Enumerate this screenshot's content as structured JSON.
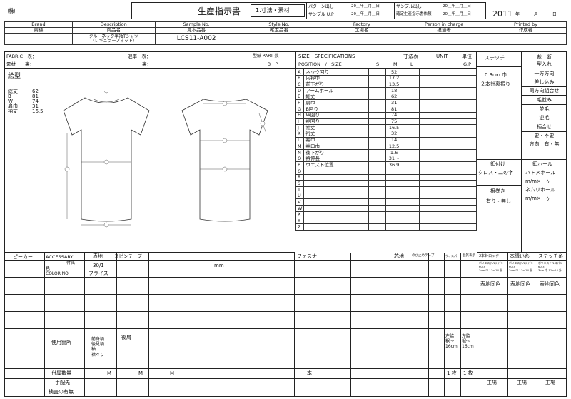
{
  "header": {
    "stamp": "㈱",
    "title": "生産指示書",
    "tab": "1.寸法・素材",
    "pattern_label": "パターン出し",
    "sample_label": "サンプル U.P",
    "date_blank": "20＿年＿月＿日",
    "sample_out_label": "サンプル出し",
    "confirm_label": "確定生産指示書依頼",
    "year": "2011",
    "year_suffix": "年　－－ 月　－－ 日"
  },
  "info": {
    "headers": [
      "Brand",
      "Description",
      "Sample No.",
      "Style No.",
      "Factory",
      "Person in charge",
      "Printed by"
    ],
    "subheaders": [
      "商標",
      "商品名",
      "見本品番",
      "確定品番",
      "工場名",
      "担当者",
      "作成者"
    ],
    "description": "クルーネック半袖Tシャツ\n（レギュラーフィット）",
    "sample_no": "LCS11-A002"
  },
  "fabric": {
    "fabric_label": "FABRIC　表：",
    "material_label": "素材　　裏：",
    "mix_label": "混率　表：",
    "mix_back": "裏：",
    "part_label": "型紙 PART 数",
    "part_value": "3　P"
  },
  "drawing": {
    "title": "絵型",
    "measures": [
      [
        "総丈",
        "62"
      ],
      [
        "B",
        "81"
      ],
      [
        "W",
        "74"
      ],
      [
        "肩巾",
        "31"
      ],
      [
        "袖丈",
        "16.5"
      ]
    ]
  },
  "size": {
    "title": "SIZE　SPECIFICATIONS",
    "table_label": "寸法表",
    "unit_label": "UNIT",
    "unit_value": "単位",
    "gp": "G.P",
    "pos_label": "POSITION　/　SIZE",
    "cols": [
      "S",
      "M",
      "L"
    ],
    "rows": [
      [
        "A",
        "ネック回り",
        "52"
      ],
      [
        "B",
        "内衿巾",
        "17.2"
      ],
      [
        "C",
        "前下がり",
        "13.5"
      ],
      [
        "D",
        "アームホール",
        "18"
      ],
      [
        "E",
        "総丈",
        "62"
      ],
      [
        "F",
        "肩巾",
        "31"
      ],
      [
        "G",
        "B回り",
        "81"
      ],
      [
        "H",
        "W回り",
        "74"
      ],
      [
        "I",
        "裾回り",
        "75"
      ],
      [
        "J",
        "袖丈",
        "16.5"
      ],
      [
        "K",
        "裄丈",
        "32"
      ],
      [
        "L",
        "袖巾",
        "14"
      ],
      [
        "M",
        "袖口巾",
        "12.5"
      ],
      [
        "N",
        "後下がり",
        "1.6"
      ],
      [
        "O",
        "衿伸長",
        "31～"
      ],
      [
        "P",
        "ウエスト位置",
        "36.9"
      ],
      [
        "Q",
        "",
        " "
      ],
      [
        "R",
        "",
        ""
      ],
      [
        "S",
        "",
        ""
      ],
      [
        "T",
        "",
        ""
      ],
      [
        "U",
        "",
        ""
      ],
      [
        "V",
        "",
        ""
      ],
      [
        "W",
        "",
        ""
      ],
      [
        "X",
        "",
        ""
      ],
      [
        "Y",
        "",
        ""
      ],
      [
        "Z",
        "",
        ""
      ]
    ]
  },
  "stitch": {
    "title": "ステッチ",
    "items": [
      "0.3cm 巾",
      "２本針裏振り"
    ],
    "button_attach": "釦付け",
    "button_attach_val": "クロス・二の字",
    "root_wrap": "根巻き",
    "root_wrap_val": "有り・無し"
  },
  "cut": {
    "title": "裁　断",
    "items": [
      "型入れ",
      "一方方向",
      "差し込み",
      "同方向組合せ",
      "毛並み",
      "並毛",
      "逆毛",
      "柄合せ",
      "要・不要",
      "方向　有・無"
    ],
    "button_hole": "釦ホール",
    "bh_items": [
      "ハトメホール",
      "m/m×　ヶ",
      "ネムリホール",
      "m/m×　ヶ"
    ]
  },
  "bottom": {
    "picker": "ピーカー",
    "accessory": "ACCESSARY",
    "attach": "付属",
    "color": "色",
    "colorno": "COLOR.NO",
    "cols": [
      "表地",
      "スピンテープ",
      "ファスナー",
      "芯地",
      "のび止めテープ",
      "ウィスパー",
      "品質表示",
      "2本針ロック",
      "本縫い糸",
      "ステッチ糸"
    ],
    "omote1": "30/1",
    "omote2": "フライス",
    "mm": "mm",
    "thread_spec": "ポリエステルスパン\n60/3\n3cm 巾 11～14 針",
    "same_color": "表地同色",
    "usage_label": "使用箇所",
    "usage_vals": "前身頃\n後見頃\n袖\n襟ぐり",
    "usage_back": "後肩",
    "left_edge1": "左脇\n裾～\n16cm",
    "left_edge2": "左脇\n裾～\n16cm",
    "qty_label": "付属数量",
    "m": "M",
    "hon": "本",
    "one": "1 枚",
    "arrange": "手配先",
    "factory": "工場",
    "inspect": "検査の有無"
  }
}
